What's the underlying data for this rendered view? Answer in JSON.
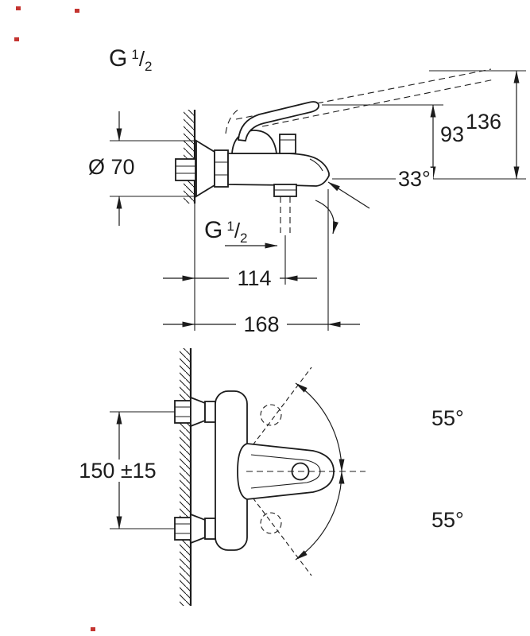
{
  "labels": {
    "thread_top": {
      "prefix": "G",
      "numerator": "1",
      "slash": "/",
      "denominator": "2"
    },
    "thread_bottom": {
      "prefix": "G",
      "numerator": "1",
      "slash": "/",
      "denominator": "2"
    },
    "diameter": "Ø 70",
    "height_spout": "93",
    "height_max": "136",
    "spout_angle": "33°",
    "depth_hose": "114",
    "depth_total": "168",
    "inlet_distance": "150 ±15",
    "swivel_upper": "55°",
    "swivel_lower": "55°"
  },
  "colors": {
    "line": "#1c1c1c",
    "background": "#ffffff",
    "marks": "#c43430"
  }
}
